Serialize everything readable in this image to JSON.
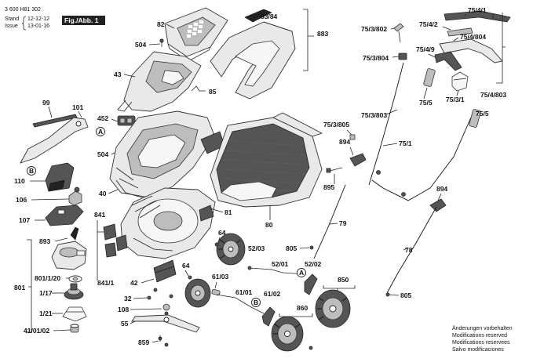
{
  "header": {
    "doc_number": "3 600 H81 302",
    "stand_label": "Stand",
    "stand_date": "12-12-12",
    "issue_label": "Issue",
    "issue_date": "13-01-16",
    "fig_label": "Fig./Abb. 1"
  },
  "parts": {
    "p82": "82",
    "p83_84": "83/84",
    "p883": "883",
    "p504a": "504",
    "p43": "43",
    "p85": "85",
    "p99": "99",
    "p101": "101",
    "p452": "452",
    "pA1": "A",
    "p504b": "504",
    "pB1": "B",
    "p110": "110",
    "p106": "106",
    "p40": "40",
    "p107": "107",
    "p841": "841",
    "p81": "81",
    "p80": "80",
    "p893": "893",
    "p801_120": "801/1/20",
    "p801": "801",
    "p1_17": "1/17",
    "p1_21": "1/21",
    "p41_01_02": "41/01/02",
    "p841_1": "841/1",
    "p42": "42",
    "p64a": "64",
    "p52_03": "52/03",
    "p52_01": "52/01",
    "p64b": "64",
    "p61_03": "61/03",
    "p32": "32",
    "p108": "108",
    "p55": "55",
    "p859": "859",
    "p61_01": "61/01",
    "pB2": "B",
    "p61_02": "61/02",
    "p52_02": "52/02",
    "pA2": "A",
    "p850": "850",
    "p860": "860",
    "p75_4_1": "75/4/1",
    "p75_3_802": "75/3/802",
    "p75_4_2": "75/4/2",
    "p75_4_804": "75/4/804",
    "p75_4_9": "75/4/9",
    "p75_3_804": "75/3/804",
    "p75_5a": "75/5",
    "p75_3_1": "75/3/1",
    "p75_4_803": "75/4/803",
    "p75_3_803": "75/3/803",
    "p75_5b": "75/5",
    "p75_3_805": "75/3/805",
    "p894a": "894",
    "p75_1": "75/1",
    "p895": "895",
    "p894b": "894",
    "p79": "79",
    "p805a": "805",
    "p78": "78",
    "p805b": "805"
  },
  "notice": [
    "Änderungen vorbehalten",
    "Modifications reserved",
    "Modifications reservees",
    "Salvo modificaciones"
  ]
}
